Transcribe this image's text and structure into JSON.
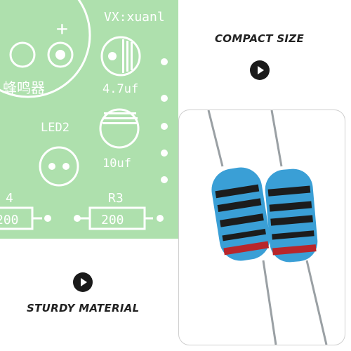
{
  "features": [
    {
      "label": "COMPACT SIZE"
    },
    {
      "label": "STURDY MATERIAL"
    }
  ],
  "pcb": {
    "labels": {
      "vx": "VX:xuanl",
      "plus": "+",
      "buzzer": "蜂鸣器",
      "cap1": "4.7uf",
      "led": "LED2",
      "cap2": "10uf",
      "r4": "4",
      "r4_value": "200",
      "r3": "R3",
      "r3_value": "200"
    }
  },
  "colors": {
    "pcb_green": "#aee0ad",
    "silkscreen": "#ffffff",
    "resistor_blue": "#3a9fd6",
    "band_black": "#1c1c1c",
    "band_red": "#b8262b",
    "lead": "#9aa0a4"
  }
}
